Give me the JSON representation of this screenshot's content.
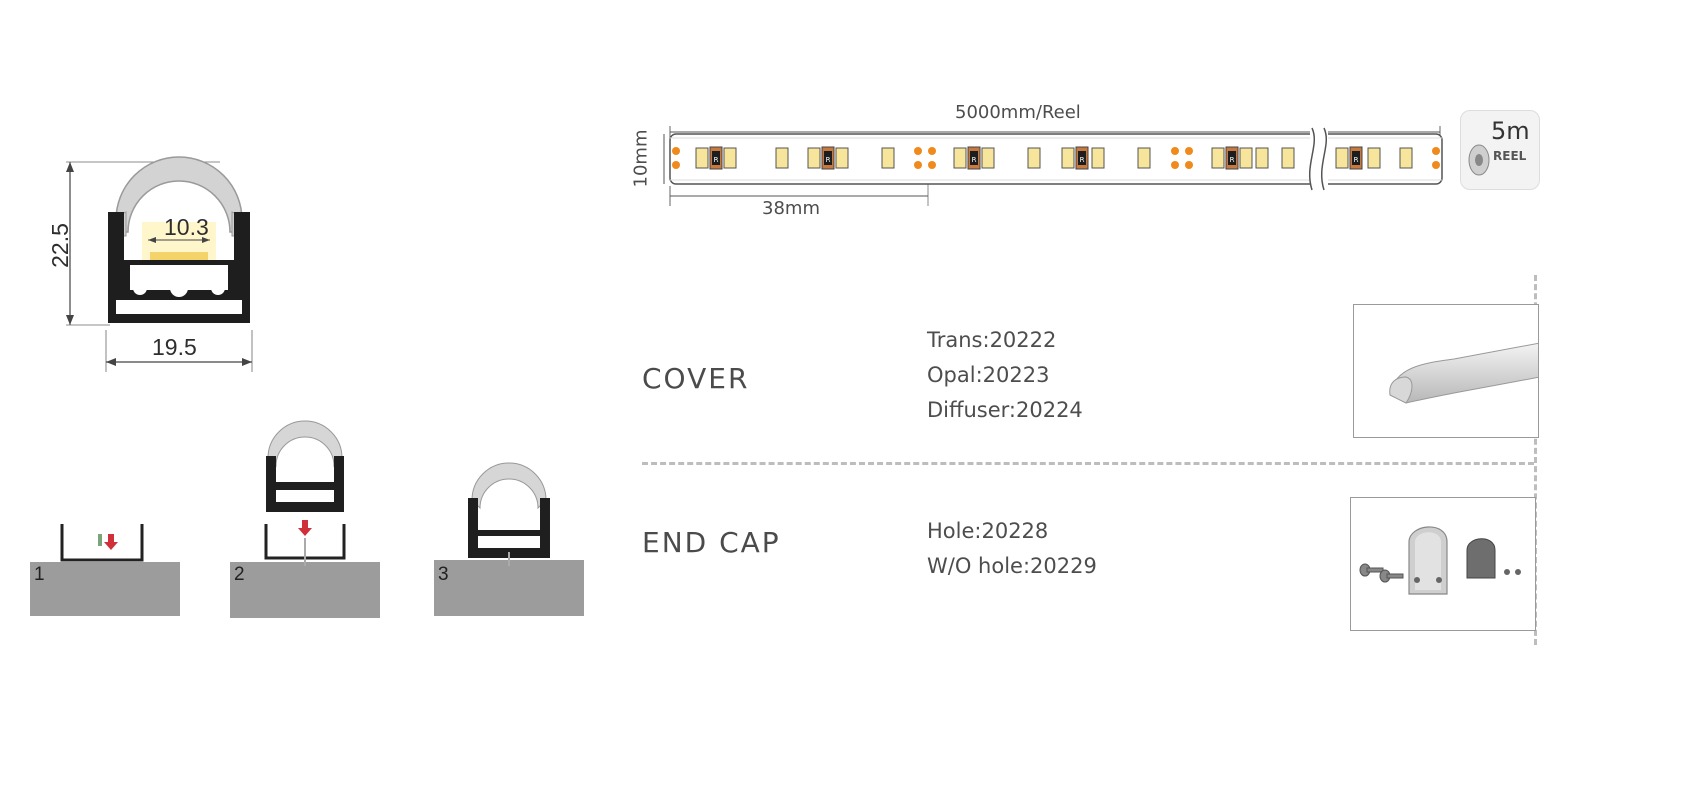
{
  "profile": {
    "height_label": "22.5",
    "inner_width_label": "10.3",
    "width_label": "19.5"
  },
  "steps": [
    {
      "number": "1"
    },
    {
      "number": "2"
    },
    {
      "number": "3"
    }
  ],
  "strip": {
    "reel_length_label": "5000mm/Reel",
    "width_label": "10mm",
    "cut_length_label": "38mm",
    "reel_badge": {
      "length": "5m",
      "caption": "REEL"
    },
    "chip_label": "R",
    "led_color": "#f6e59a",
    "pad_color": "#f08a1d"
  },
  "cover": {
    "heading": "COVER",
    "codes": [
      "Trans:20222",
      "Opal:20223",
      "Diffuser:20224"
    ]
  },
  "end_cap": {
    "heading": "END CAP",
    "codes": [
      "Hole:20228",
      "W/O hole:20229"
    ]
  },
  "icons": {
    "profile": "aluminum-profile-icon",
    "cover": "cover-product-icon",
    "end_cap": "end-cap-product-icon"
  }
}
